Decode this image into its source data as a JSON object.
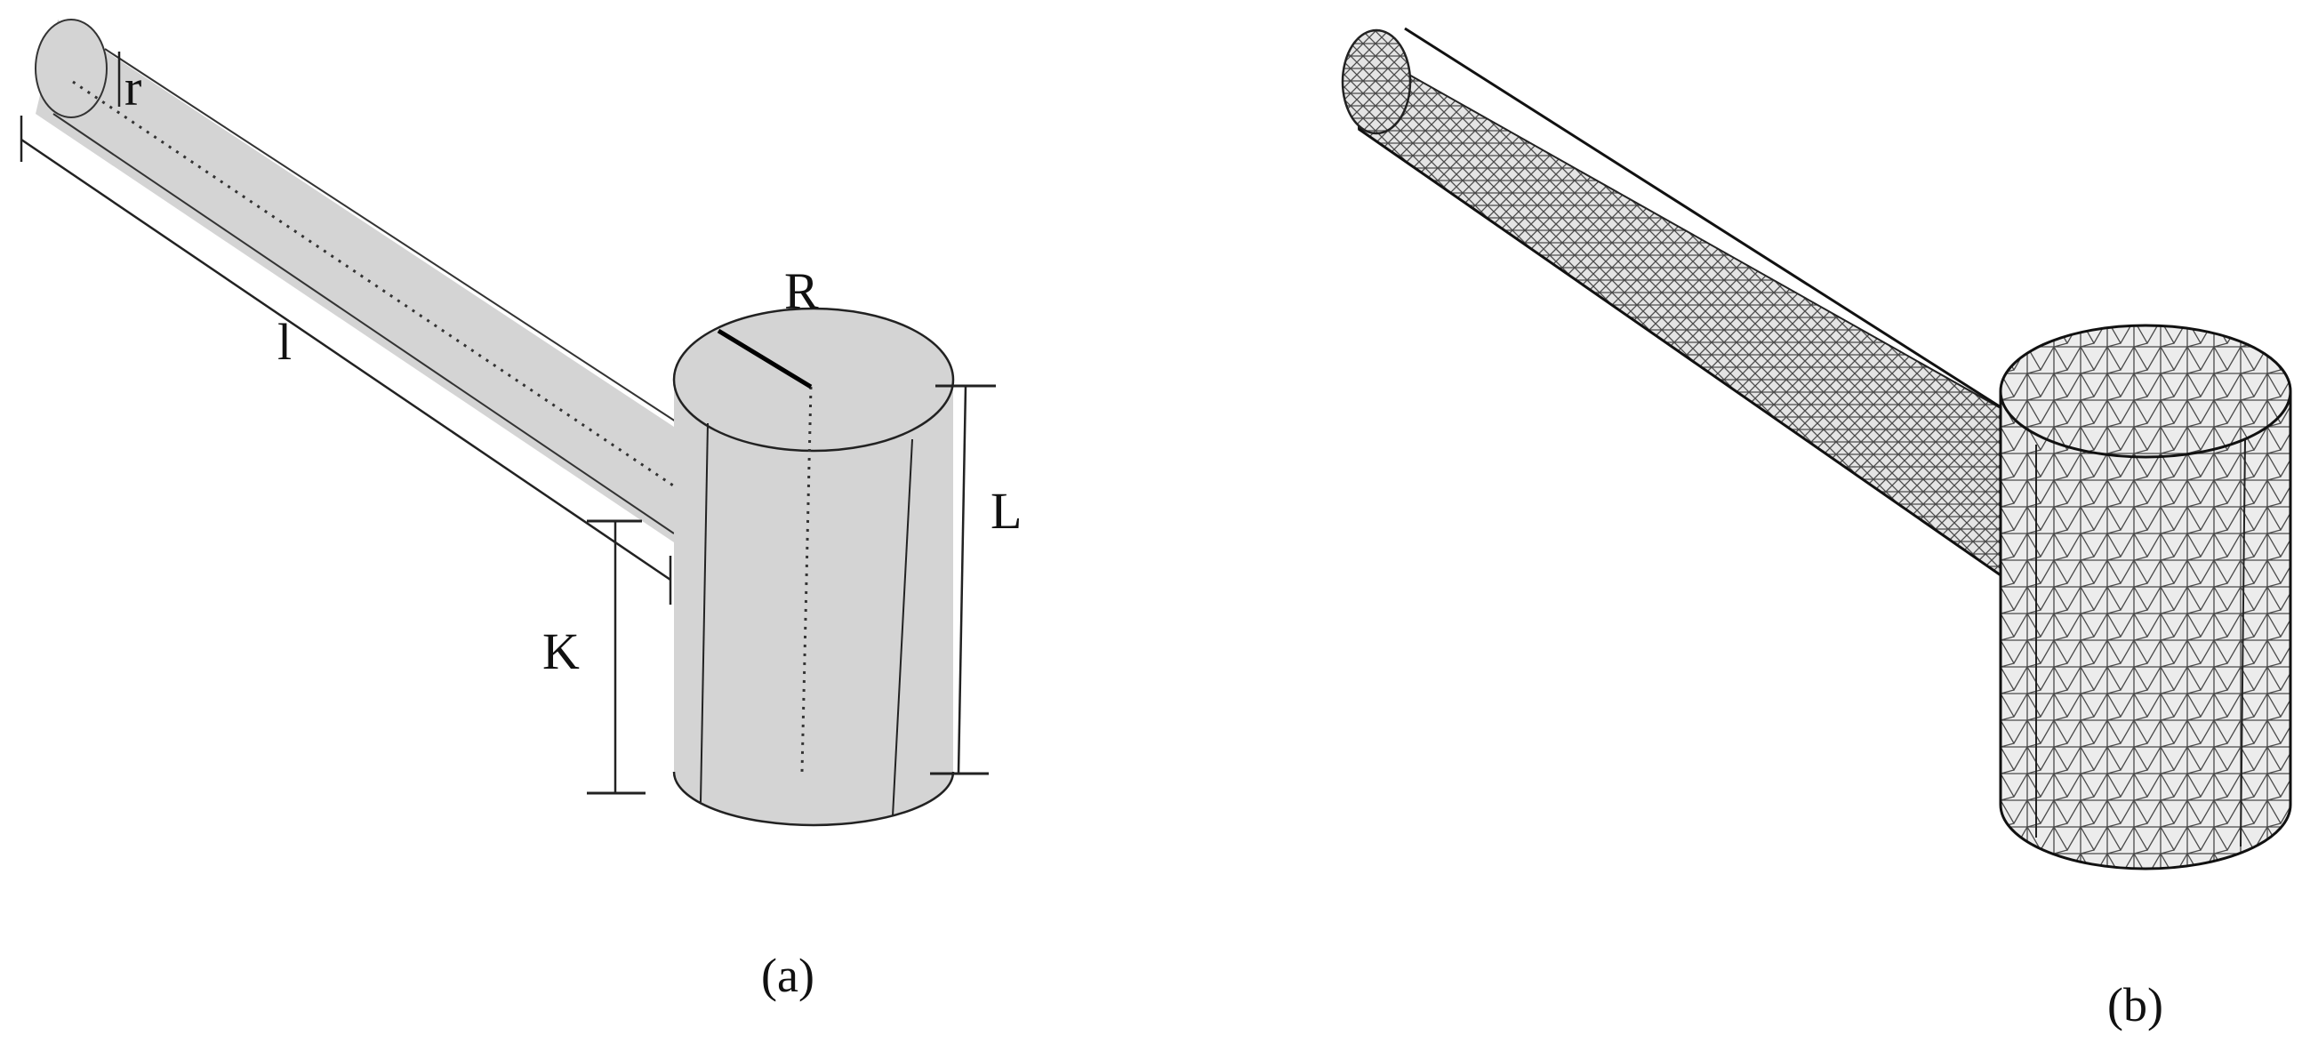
{
  "colors": {
    "background": "#ffffff",
    "solid_fill": "#d4d4d4",
    "outline": "#222222",
    "mesh_line": "#3a3a3a"
  },
  "panel_a": {
    "caption": "(a)",
    "labels": {
      "r": "r",
      "l": "l",
      "R": "R",
      "L": "L",
      "K": "K"
    }
  },
  "panel_b": {
    "caption": "(b)"
  }
}
